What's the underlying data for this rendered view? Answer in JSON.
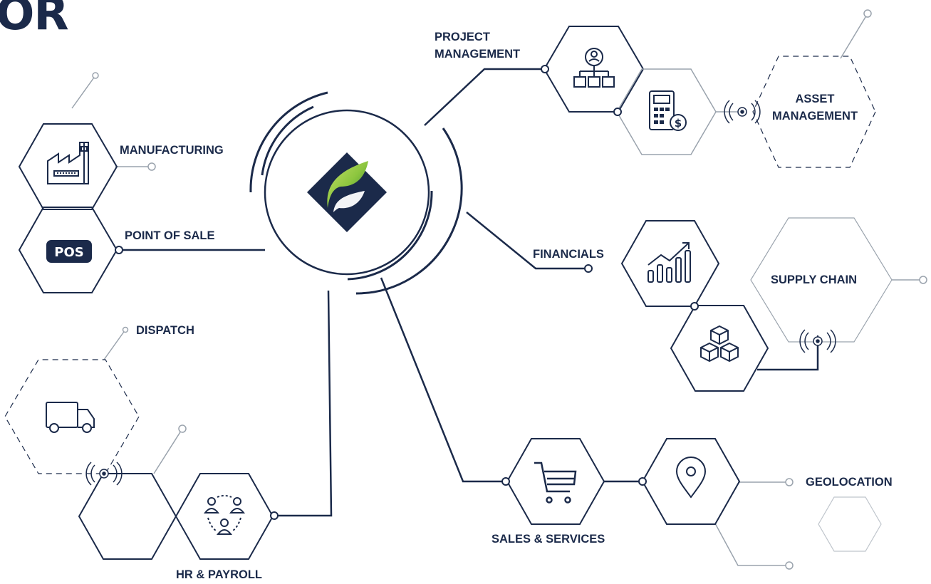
{
  "header": {
    "title_fragment": "OR"
  },
  "modules": {
    "project_management": [
      "PROJECT",
      "MANAGEMENT"
    ],
    "asset_management": [
      "ASSET",
      "MANAGEMENT"
    ],
    "manufacturing": "MANUFACTURING",
    "point_of_sale": "POINT OF SALE",
    "pos_badge": "POS",
    "financials": "FINANCIALS",
    "supply_chain": "SUPPLY CHAIN",
    "dispatch": "DISPATCH",
    "hr_payroll": "HR & PAYROLL",
    "sales_services": "SALES & SERVICES",
    "geolocation": "GEOLOCATION"
  },
  "colors": {
    "navy": "#1b2a4a",
    "gray": "#9aa3ad",
    "leaf_light": "#8dc63f",
    "leaf_dark": "#3e8e3a"
  },
  "icons": [
    "org-chart-icon",
    "calculator-dollar-icon",
    "factory-icon",
    "pos-badge-icon",
    "growth-chart-icon",
    "boxes-icon",
    "truck-icon",
    "team-icon",
    "shopping-cart-icon",
    "location-pin-icon",
    "brand-logo-icon"
  ]
}
